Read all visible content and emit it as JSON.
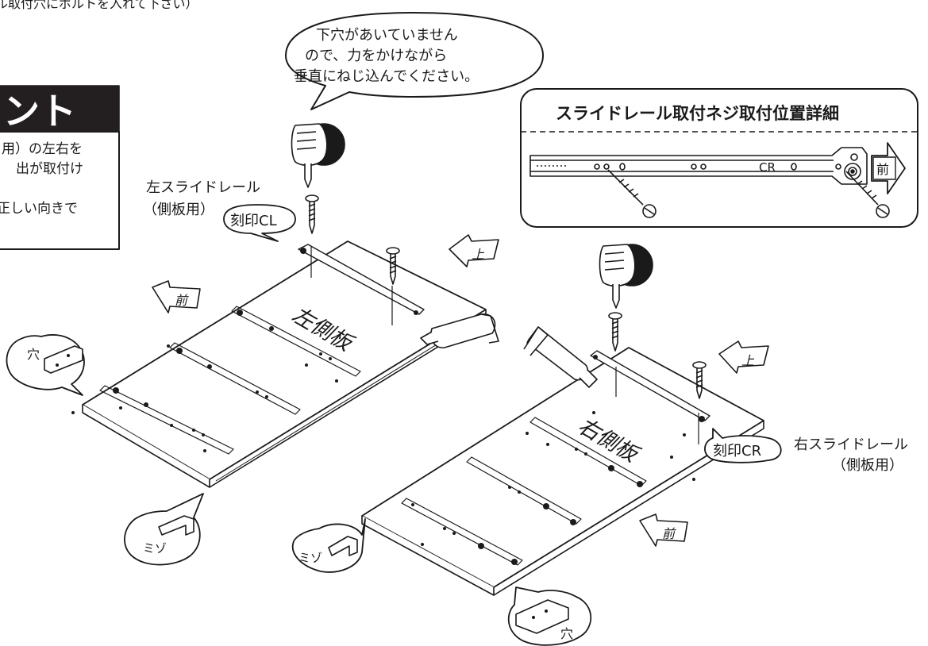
{
  "top_note": "ル取付穴にボルトを入れて下さい）",
  "speech_bubble": {
    "line1": "下穴があいていません",
    "line2": "ので、力をかけながら",
    "line3": "垂直にねじ込んでください。"
  },
  "point_box": {
    "title": "ント",
    "line1": "用）の左右を",
    "line2": "出が取付け",
    "line3": "正しい向きで"
  },
  "detail_box": {
    "title": "スライドレール取付ネジ取付位置詳細",
    "rail_mark": "CR",
    "arrow_label": "前"
  },
  "left_rail": {
    "label": "左スライドレール",
    "sublabel": "（側板用）",
    "stamp": "刻印CL"
  },
  "right_rail": {
    "label": "右スライドレール",
    "sublabel": "（側板用）",
    "stamp": "刻印CR"
  },
  "panels": {
    "left_name": "左側板",
    "right_name": "右側板"
  },
  "arrows": {
    "up": "上",
    "front": "前"
  },
  "callouts": {
    "hole": "穴",
    "groove": "ミゾ"
  }
}
